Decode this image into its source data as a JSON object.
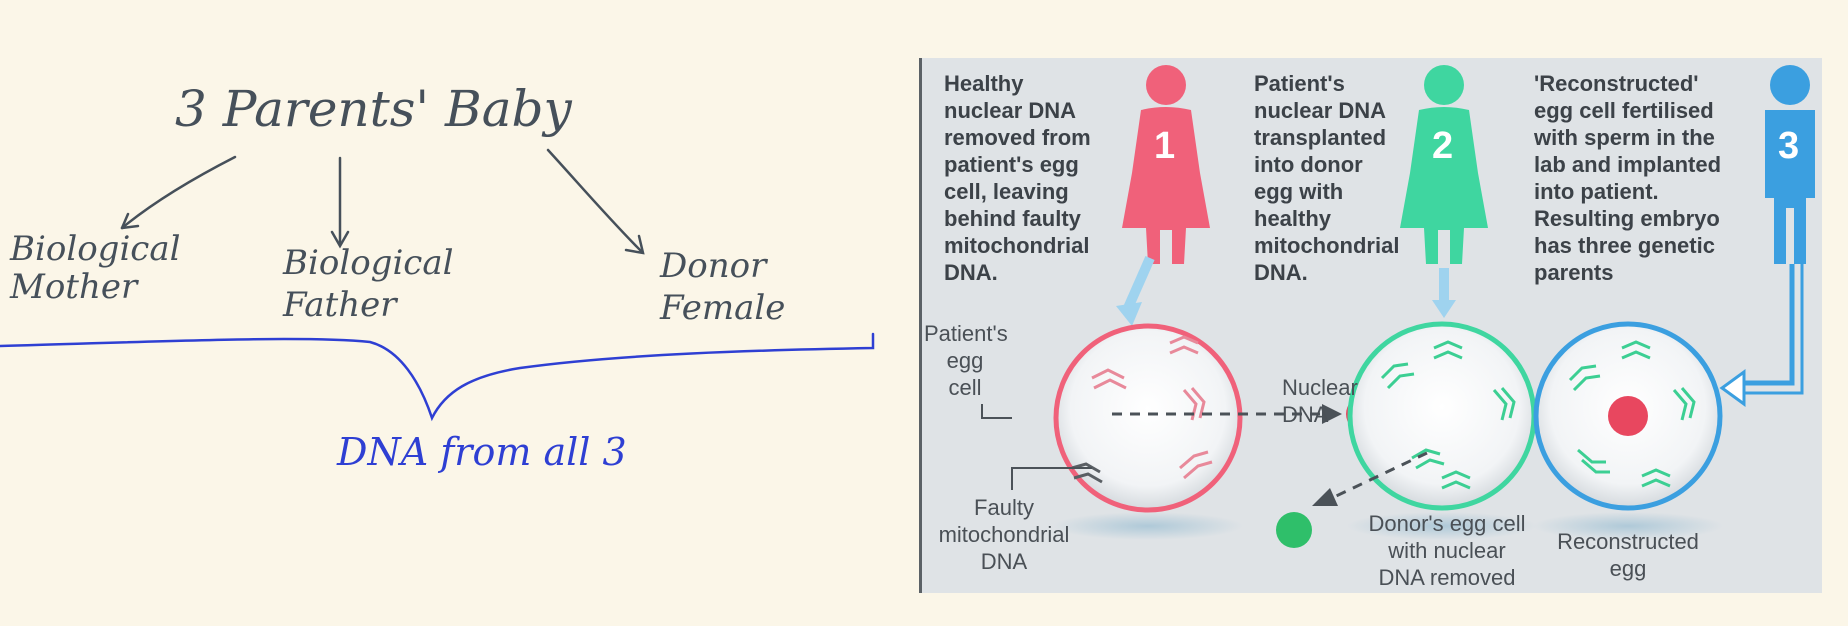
{
  "notes": {
    "title": "3 Parents' Baby",
    "branches": [
      "Biological\nMother",
      "Biological\nFather",
      "Donor\nFemale"
    ],
    "conclusion": "DNA from all 3"
  },
  "diagram": {
    "steps": [
      {
        "number": "1",
        "text": "Healthy\nnuclear DNA\nremoved from\npatient's egg\ncell, leaving\nbehind faulty\nmitochondrial\nDNA."
      },
      {
        "number": "2",
        "text": "Patient's\nnuclear DNA\ntransplanted\ninto donor\negg with\nhealthy\nmitochondrial\nDNA."
      },
      {
        "number": "3",
        "text": "'Reconstructed'\negg cell fertilised\nwith sperm in the\nlab and implanted\ninto patient.\nResulting embryo\nhas three genetic\nparents"
      }
    ],
    "labels": {
      "patient_egg": "Patient's\negg\ncell",
      "faulty_dna": "Faulty\nmitochondrial\nDNA",
      "nuclear_dna": "Nuclear\nDNA",
      "donor_egg": "Donor's egg cell\nwith nuclear\nDNA removed",
      "reconstructed": "Reconstructed\negg"
    },
    "colors": {
      "pink": "#f0617a",
      "green": "#3fd6a0",
      "blue": "#3b9fe0"
    }
  }
}
